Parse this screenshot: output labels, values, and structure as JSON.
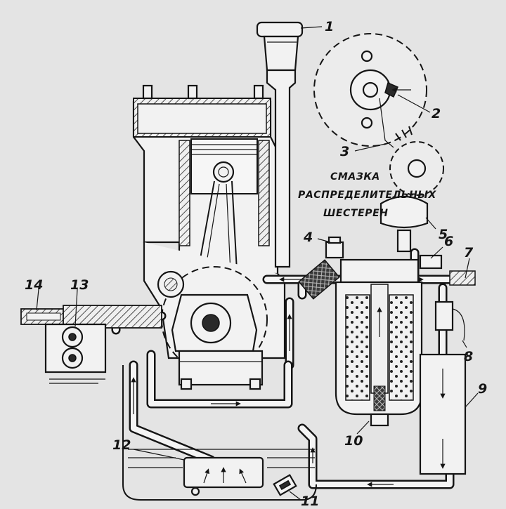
{
  "caption": {
    "line1": "СМАЗКА",
    "line2": "РАСПРЕДЕЛИТЕЛЬНЫХ",
    "line3": "ШЕСТЕРЕН"
  },
  "labels": [
    "1",
    "2",
    "3",
    "4",
    "5",
    "6",
    "7",
    "8",
    "9",
    "10",
    "11",
    "12",
    "13",
    "14"
  ]
}
